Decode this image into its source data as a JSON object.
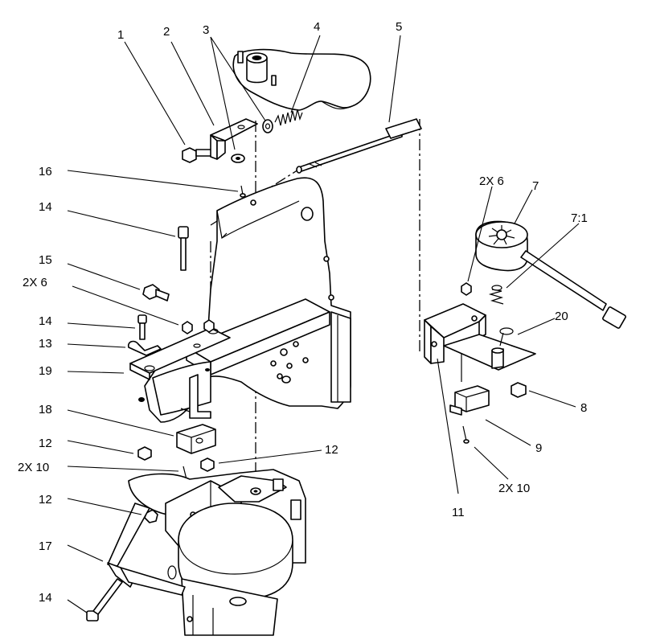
{
  "diagram": {
    "callouts": {
      "c1": "1",
      "c2": "2",
      "c3": "3",
      "c4": "4",
      "c5": "5",
      "c16": "16",
      "c14a": "14",
      "c15": "15",
      "c2x6a": "2X 6",
      "c14b": "14",
      "c13": "13",
      "c19": "19",
      "c18": "18",
      "c12a": "12",
      "c2x10a": "2X 10",
      "c12b": "12",
      "c12c": "12",
      "c17": "17",
      "c14c": "14",
      "c2x6b": "2X 6",
      "c7": "7",
      "c71": "7:1",
      "c20": "20",
      "c8": "8",
      "c9": "9",
      "c2x10b": "2X 10",
      "c11": "11"
    }
  }
}
